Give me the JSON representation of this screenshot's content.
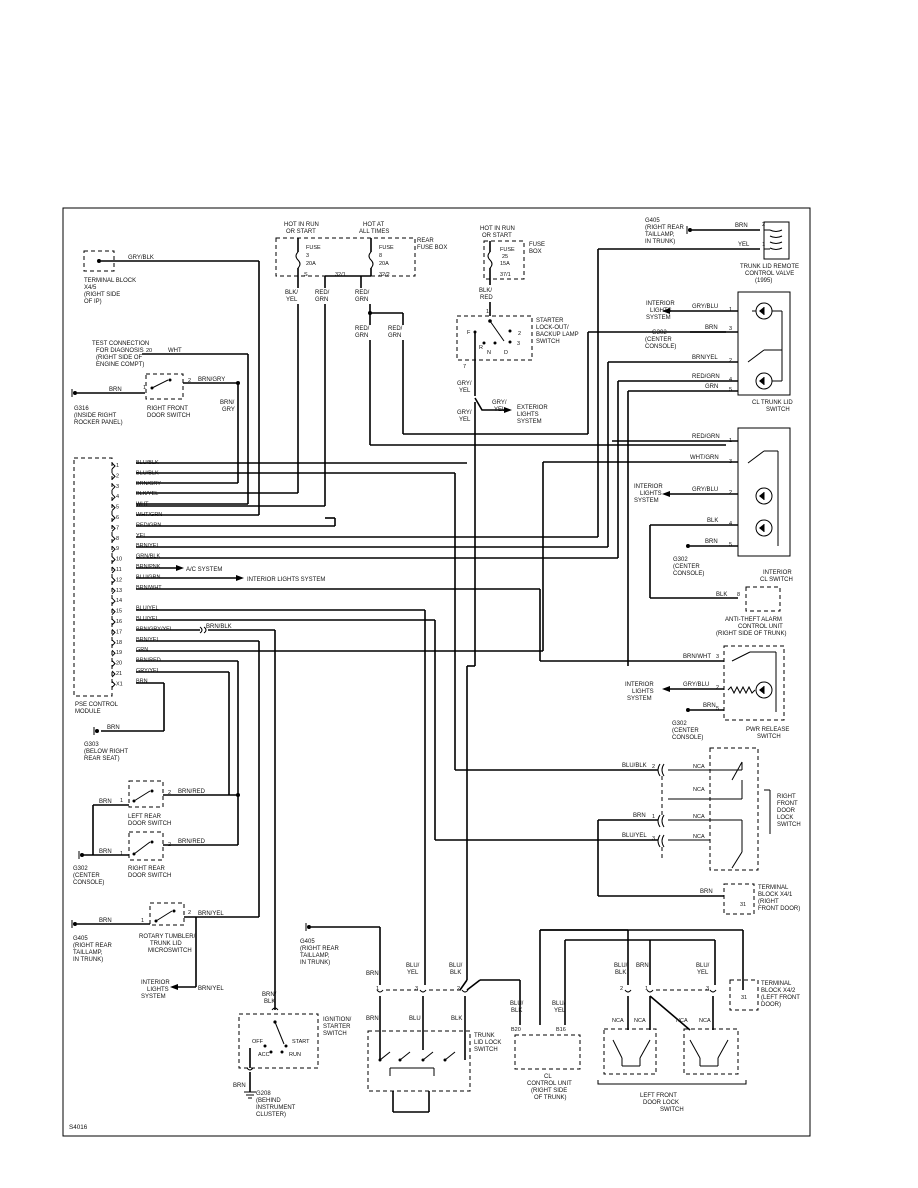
{
  "diagram_id": "S4016",
  "top": {
    "hot_run_start": [
      "HOT IN RUN",
      "OR START"
    ],
    "hot_all_times": [
      "HOT AT",
      "ALL TIMES"
    ],
    "rear_fuse_box": [
      "REAR",
      "FUSE BOX"
    ],
    "fuse3": [
      "FUSE",
      "3",
      "20A"
    ],
    "fuse8": [
      "FUSE",
      "8",
      "20A"
    ],
    "pin_s": "S",
    "pin_32_1": "32/1",
    "pin_32_2": "32/2",
    "w_blk_yel": [
      "BLK/",
      "YEL"
    ],
    "w_red_grn": [
      "RED/",
      "GRN"
    ],
    "w_red_grn2": [
      "RED/",
      "GRN"
    ],
    "w_red_grn3": [
      "RED/",
      "GRN"
    ],
    "w_red_grn4": [
      "RED/",
      "GRN"
    ],
    "hot_run_start2": [
      "HOT IN RUN",
      "OR START"
    ],
    "fuse_box": [
      "FUSE",
      "BOX"
    ],
    "fuse25": [
      "FUSE",
      "25",
      "15A"
    ],
    "pin_37_1": "37/1",
    "w_blk_red": [
      "BLK/",
      "RED"
    ],
    "starter": [
      "STARTER",
      "LOCK-OUT/",
      "BACKUP LAMP",
      "SWITCH"
    ],
    "starter_pins": [
      "1",
      "2",
      "3",
      "7",
      "F",
      "R",
      "N",
      "D"
    ],
    "w_gry_yel": [
      "GRY/",
      "YEL"
    ],
    "w_gry_yel2": [
      "GRY/",
      "YEL"
    ],
    "w_gry_yel3": [
      "GRY/",
      "YEL"
    ],
    "exterior_lights": [
      "EXTERIOR",
      "LIGHTS",
      "SYSTEM"
    ]
  },
  "left": {
    "terminal_block": [
      "TERMINAL BLOCK",
      "X4/5",
      "(RIGHT SIDE",
      "OF IP)"
    ],
    "w_gry_blk": "GRY/BLK",
    "test_conn": [
      "TEST CONNECTION",
      "FOR DIAGNOSIS",
      "(RIGHT SIDE OF",
      "ENGINE COMPT)"
    ],
    "test_pin": "20",
    "w_wht": "WHT",
    "w_brn": "BRN",
    "w_brn_gry": "BRN/GRY",
    "w_brn_gry2": [
      "BRN/",
      "GRY"
    ],
    "pin1": "1",
    "pin2": "2",
    "g316": [
      "G316",
      "(INSIDE RIGHT",
      "ROCKER PANEL)"
    ],
    "rf_door_switch": [
      "RIGHT FRONT",
      "DOOR SWITCH"
    ]
  },
  "module": {
    "label": [
      "PSE CONTROL",
      "MODULE"
    ],
    "pins": [
      "1",
      "2",
      "3",
      "4",
      "5",
      "6",
      "7",
      "8",
      "9",
      "10",
      "11",
      "12",
      "13",
      "14",
      "15",
      "16",
      "17",
      "18",
      "19",
      "20",
      "21",
      "X1"
    ],
    "wires": [
      "BLU/BLK",
      "BLU/BLK",
      "BRN/GRY",
      "BLK/YEL",
      "WHT",
      "WHT/GRN",
      "RED/GRN",
      "YEL",
      "BRN/YEL",
      "GRN/BLK",
      "BRN/PNK",
      "BLU/GRN",
      "BRN/WHT",
      "",
      "BLU/YEL",
      "BLU/YEL",
      "BRN/GRY/YEL",
      "BRN/YEL",
      "GRN",
      "BRN/RED",
      "GRY/YEL",
      "BRN"
    ],
    "ac_system": "A/C SYSTEM",
    "int_lights": "INTERIOR LIGHTS SYSTEM",
    "w_brn_blk": "BRN/BLK",
    "w_brn": "BRN",
    "g303": [
      "G303",
      "(BELOW RIGHT",
      "REAR SEAT)"
    ]
  },
  "lower_left": {
    "w_brn": "BRN",
    "w_brn_red": "BRN/RED",
    "lr_door": [
      "LEFT REAR",
      "DOOR SWITCH"
    ],
    "rr_door": [
      "RIGHT REAR",
      "DOOR SWITCH"
    ],
    "g302": [
      "G302",
      "(CENTER",
      "CONSOLE)"
    ],
    "pin1": "1",
    "pin2": "2",
    "pin3": "3",
    "w_brn_yel": "BRN/YEL",
    "rotary": [
      "ROTARY TUMBLER/",
      "TRUNK LID",
      "MICROSWITCH"
    ],
    "g405": [
      "G405",
      "(RIGHT REAR",
      "TAILLAMP,",
      "IN TRUNK)"
    ],
    "int_lights": [
      "INTERIOR",
      "LIGHTS",
      "SYSTEM"
    ],
    "w_brn_blk2": [
      "BRN/",
      "BLK"
    ],
    "ignition": [
      "IGNITION/",
      "STARTER",
      "SWITCH"
    ],
    "ign_pos": [
      "OFF",
      "ACC",
      "START",
      "RUN"
    ],
    "g208": [
      "G208",
      "(BEHIND",
      "INSTRUMENT",
      "CLUSTER)"
    ]
  },
  "right": {
    "g405": [
      "G405",
      "(RIGHT REAR",
      "TAILLAMP,",
      "IN TRUNK)"
    ],
    "trunk_valve": [
      "TRUNK LID REMOTE",
      "CONTROL VALVE",
      "(1995)"
    ],
    "w_brn": "BRN",
    "w_yel": "YEL",
    "w_gry_blu": "GRY/BLU",
    "w_brn_yel": "BRN/YEL",
    "w_red_grn": "RED/GRN",
    "w_grn": "GRN",
    "w_wht_grn": "WHT/GRN",
    "w_blk": "BLK",
    "w_brn_wht": "BRN/WHT",
    "int_lights": [
      "INTERIOR",
      "LIGHTS",
      "SYSTEM"
    ],
    "g302": [
      "G302",
      "(CENTER",
      "CONSOLE)"
    ],
    "cl_trunk": [
      "CL TRUNK LID",
      "SWITCH"
    ],
    "int_cl": [
      "INTERIOR",
      "CL SWITCH"
    ],
    "anti_theft": [
      "ANTI-THEFT ALARM",
      "CONTROL UNIT",
      "(RIGHT SIDE OF TRUNK)"
    ],
    "pin8": "8",
    "pwr_release": [
      "PWR RELEASE",
      "SWITCH"
    ],
    "pins": [
      "1",
      "2",
      "3",
      "4",
      "5",
      "6"
    ],
    "w_blu_blk": "BLU/BLK",
    "w_blu_yel": "BLU/YEL",
    "nca": "NCA",
    "rf_lock": [
      "RIGHT",
      "FRONT",
      "DOOR",
      "LOCK",
      "SWITCH"
    ],
    "tb_x4_1": [
      "TERMINAL",
      "BLOCK X4/1",
      "(RIGHT",
      "FRONT DOOR)"
    ],
    "tb_pin": "31"
  },
  "bottom": {
    "g405": [
      "G405",
      "(RIGHT REAR",
      "TAILLAMP,",
      "IN TRUNK)"
    ],
    "w_brn": "BRN",
    "w_blu_yel": [
      "BLU/",
      "YEL"
    ],
    "w_blu_blk": [
      "BLU/",
      "BLK"
    ],
    "w_blu": "BLU",
    "w_blk": "BLK",
    "trunk_lock": [
      "TRUNK",
      "LID LOCK",
      "SWITCH"
    ],
    "w_blu_blk2": [
      "BLU/",
      "BLK"
    ],
    "w_blu_yel2": [
      "BLU/",
      "YEL"
    ],
    "b20": "B20",
    "b16": "B16",
    "cl_unit": [
      "CL",
      "CONTROL UNIT",
      "(RIGHT SIDE",
      "OF TRUNK)"
    ],
    "nca": "NCA",
    "lf_lock": [
      "LEFT FRONT",
      "DOOR LOCK",
      "SWITCH"
    ],
    "tb_x4_2": [
      "TERMINAL",
      "BLOCK X4/2",
      "(LEFT FRONT",
      "DOOR)"
    ],
    "tb_pin": "31",
    "pins": [
      "1",
      "2",
      "3"
    ]
  }
}
